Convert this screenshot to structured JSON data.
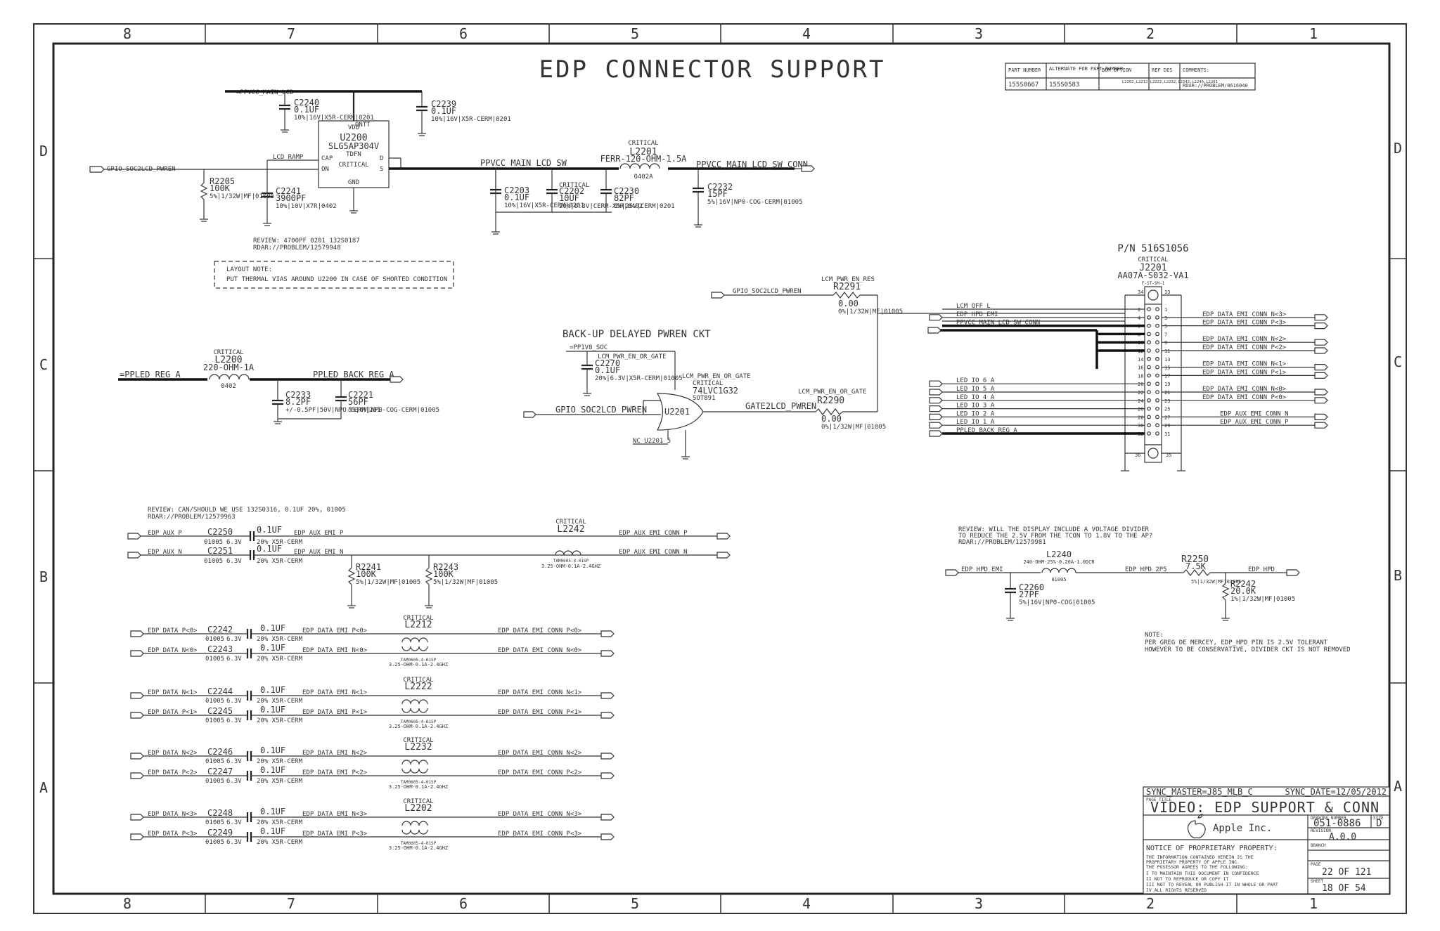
{
  "title": "EDP CONNECTOR SUPPORT",
  "zone_columns": [
    "8",
    "7",
    "6",
    "5",
    "4",
    "3",
    "2",
    "1"
  ],
  "zone_rows": [
    "D",
    "C",
    "B",
    "A"
  ],
  "bom_table": {
    "headers": [
      "PART NUMBER",
      "ALTERNATE FOR PART NUMBER",
      "BOM OPTION",
      "REF DES",
      "COMMENTS:"
    ],
    "row": [
      "155S0667",
      "155S0583"
    ],
    "ref_des": "L2202,L2212,L2222,L2232,L2242,L2240,L2201",
    "comment": "RDAR://PROBLEM/8616040"
  },
  "nets": {
    "pp_main": "=PPVCC_MAIN_LCD",
    "soc_en_in": "GPIO_SOC2LCD_PWREN",
    "lcd_ramp": "LCD_RAMP",
    "main_sw": "PPVCC_MAIN_LCD_SW",
    "main_sw_conn": "PPVCC_MAIN_LCD_SW_CONN",
    "pp_led_reg": "=PPLED_REG_A",
    "led_back": "PPLED_BACK_REG_A",
    "pp1v8": "=PP1V8_SOC",
    "en_or": "LCM_PWR_EN_OR_GATE",
    "en_res": "LCM_PWR_EN_RES",
    "gate2": "GATE2LCD_PWREN",
    "nc_u2201": "NC_U2201_5",
    "lcm_off": "LCM_OFF_L",
    "hpd_emi": "EDP_HPD_EMI",
    "hpd": "EDP_HPD",
    "hpd_2p5": "EDP_HPD_2P5",
    "aux_p": "EDP_AUX_P",
    "aux_n": "EDP_AUX_N",
    "aux_emi_p": "EDP_AUX_EMI_P",
    "aux_emi_n": "EDP_AUX_EMI_N",
    "aux_conn_p": "EDP_AUX_EMI_CONN_P",
    "aux_conn_n": "EDP_AUX_EMI_CONN_N"
  },
  "components": {
    "u2200": {
      "ref": "U2200",
      "part": "SLG5AP304V",
      "pkg": "TDFN",
      "critical": "CRITICAL",
      "pins": [
        "VDD",
        "ON",
        "CAP",
        "GND",
        "ONTT",
        "D",
        "S"
      ]
    },
    "c2240": {
      "ref": "C2240",
      "val": "0.1UF",
      "spec": "10%|16V|X5R-CERM|0201"
    },
    "c2239": {
      "ref": "C2239",
      "val": "0.1UF",
      "spec": "10%|16V|X5R-CERM|0201"
    },
    "r2205": {
      "ref": "R2205",
      "val": "100K",
      "spec": "5%|1/32W|MF|01005"
    },
    "c2241": {
      "ref": "C2241",
      "val": "3900PF",
      "spec": "10%|10V|X7R|0402"
    },
    "l2201": {
      "critical": "CRITICAL",
      "ref": "L2201",
      "val": "FERR-120-OHM-1.5A",
      "pkg": "0402A"
    },
    "c2203": {
      "ref": "C2203",
      "val": "0.1UF",
      "spec": "10%|16V|X5R-CERM|0201"
    },
    "c2202": {
      "critical": "CRITICAL",
      "ref": "C2202",
      "val": "10UF",
      "spec": "20%|6.3V|CERM-X5R|0402"
    },
    "c2230": {
      "ref": "C2230",
      "val": "82PF",
      "spec": "5%|25V|CERM|0201"
    },
    "c2232": {
      "ref": "C2232",
      "val": "15PF",
      "spec": "5%|16V|NP0-COG-CERM|01005"
    },
    "l2200": {
      "critical": "CRITICAL",
      "ref": "L2200",
      "val": "220-OHM-1A",
      "pkg": "0402"
    },
    "c2233": {
      "ref": "C2233",
      "val": "8.2PF",
      "spec": "+/-0.5PF|50V|NPO-CERM|201"
    },
    "c2221": {
      "ref": "C2221",
      "val": "56PF",
      "spec": "5%|6V|NP0-COG-CERM|01005"
    },
    "c2270": {
      "ref": "C2270",
      "val": "0.1UF",
      "spec": "20%|6.3V|X5R-CERM|01005"
    },
    "u2201": {
      "ref": "U2201",
      "part": "74LVC1G32",
      "pkg": "SOT891",
      "critical": "CRITICAL"
    },
    "r2291": {
      "ref": "R2291",
      "val": "0.00",
      "spec": "0%|1/32W|MF|01005"
    },
    "r2290": {
      "ref": "R2290",
      "val": "0.00",
      "spec": "0%|1/32W|MF|01005"
    },
    "j2201": {
      "pn": "P/N 516S1056",
      "critical": "CRITICAL",
      "ref": "J2201",
      "part": "AA07A-S032-VA1",
      "sub": "F-ST-SM-1"
    },
    "l2240": {
      "ref": "L2240",
      "val": "240-OHM-25%-0.20A-1.0DCR",
      "pkg": "01005"
    },
    "r2250": {
      "ref": "R2250",
      "val": "7.5K",
      "spec": "5%|1/32W|MF|01005"
    },
    "c2260": {
      "ref": "C2260",
      "val": "27PF",
      "spec": "5%|16V|NP0-COG|01005"
    },
    "r2242": {
      "ref": "R2242",
      "val": "20.0K",
      "spec": "1%|1/32W|MF|01005"
    },
    "r2241": {
      "ref": "R2241",
      "val": "100K",
      "spec": "5%|1/32W|MF|01005"
    },
    "r2243": {
      "ref": "R2243",
      "val": "100K",
      "spec": "5%|1/32W|MF|01005"
    }
  },
  "notes": {
    "review1": [
      "REVIEW: 4700PF 0201 132S0187",
      "RDAR://PROBLEM/12579948"
    ],
    "layout": [
      "LAYOUT NOTE:",
      "PUT THERMAL VIAS AROUND U2200 IN CASE OF SHORTED CONDITION"
    ],
    "backup_title": "BACK-UP DELAYED PWREN CKT",
    "review2": [
      "REVIEW: CAN/SHOULD WE USE 132S0316, 0.1UF 20%, 01005",
      "RDAR://PROBLEM/12579963"
    ],
    "review3": [
      "REVIEW: WILL THE DISPLAY INCLUDE A VOLTAGE DIVIDER",
      "TO REDUCE THE 2.5V FROM THE TCON TO 1.8V TO THE AP?",
      "RDAR://PROBLEM/12579981"
    ],
    "note": [
      "NOTE:",
      "PER GREG DE MERCEY, EDP_HPD PIN IS 2.5V TOLERANT",
      "HOWEVER TO BE CONSERVATIVE, DIVIDER CKT IS NOT REMOVED"
    ]
  },
  "connector_left": [
    {
      "pin": "2",
      "net": "LCM_OFF_L"
    },
    {
      "pin": "4",
      "net": "EDP_HPD_EMI"
    },
    {
      "pin": "6",
      "net": "PPVCC_MAIN_LCD_SW_CONN"
    },
    {
      "pin": "20",
      "net": "LED_IO_6_A"
    },
    {
      "pin": "22",
      "net": "LED_IO_5_A"
    },
    {
      "pin": "24",
      "net": "LED_IO_4_A"
    },
    {
      "pin": "26",
      "net": "LED_IO_3_A"
    },
    {
      "pin": "28",
      "net": "LED_IO_2_A"
    },
    {
      "pin": "30",
      "net": "LED_IO_1_A"
    },
    {
      "pin": "32",
      "net": "PPLED_BACK_REG_A"
    }
  ],
  "connector_right": [
    {
      "pin": "3",
      "net": "EDP_DATA_EMI_CONN_N<3>"
    },
    {
      "pin": "5",
      "net": "EDP_DATA_EMI_CONN_P<3>"
    },
    {
      "pin": "9",
      "net": "EDP_DATA_EMI_CONN_N<2>"
    },
    {
      "pin": "11",
      "net": "EDP_DATA_EMI_CONN_P<2>"
    },
    {
      "pin": "15",
      "net": "EDP_DATA_EMI_CONN_N<1>"
    },
    {
      "pin": "17",
      "net": "EDP_DATA_EMI_CONN_P<1>"
    },
    {
      "pin": "21",
      "net": "EDP_DATA_EMI_CONN_N<0>"
    },
    {
      "pin": "23",
      "net": "EDP_DATA_EMI_CONN_P<0>"
    },
    {
      "pin": "27",
      "net": "EDP_AUX_EMI_CONN_N"
    },
    {
      "pin": "29",
      "net": "EDP_AUX_EMI_CONN_P"
    }
  ],
  "connector_pin_cols": {
    "left": [
      "2",
      "4",
      "6",
      "8",
      "10",
      "12",
      "14",
      "16",
      "18",
      "20",
      "22",
      "24",
      "26",
      "28",
      "30",
      "32"
    ],
    "right": [
      "1",
      "3",
      "5",
      "7",
      "9",
      "11",
      "13",
      "15",
      "17",
      "19",
      "21",
      "23",
      "25",
      "27",
      "29",
      "31"
    ],
    "top": [
      "34",
      "33"
    ],
    "bottom": [
      "36",
      "35"
    ]
  },
  "aux_caps": [
    {
      "ref": "C2250",
      "val": "0.1UF",
      "pkg": "01005",
      "volt": "6.3V",
      "spec": "20% X5R-CERM"
    },
    {
      "ref": "C2251",
      "val": "0.1UF",
      "pkg": "01005",
      "volt": "6.3V",
      "spec": "20% X5R-CERM"
    }
  ],
  "aux_choke": {
    "critical": "CRITICAL",
    "ref": "L2242",
    "part": "TAM0605-4-01SP",
    "spec": "3.25-OHM-0.1A-2.4GHZ"
  },
  "data_lanes": [
    {
      "choke": "L2212",
      "rows": [
        {
          "in": "EDP_DATA_P<0>",
          "ref": "C2242",
          "emi": "EDP_DATA_EMI_P<0>",
          "out": "EDP_DATA_EMI_CONN_P<0>"
        },
        {
          "in": "EDP_DATA_N<0>",
          "ref": "C2243",
          "emi": "EDP_DATA_EMI_N<0>",
          "out": "EDP_DATA_EMI_CONN_N<0>"
        }
      ]
    },
    {
      "choke": "L2222",
      "rows": [
        {
          "in": "EDP_DATA_N<1>",
          "ref": "C2244",
          "emi": "EDP_DATA_EMI_N<1>",
          "out": "EDP_DATA_EMI_CONN_N<1>"
        },
        {
          "in": "EDP_DATA_P<1>",
          "ref": "C2245",
          "emi": "EDP_DATA_EMI_P<1>",
          "out": "EDP_DATA_EMI_CONN_P<1>"
        }
      ]
    },
    {
      "choke": "L2232",
      "rows": [
        {
          "in": "EDP_DATA_N<2>",
          "ref": "C2246",
          "emi": "EDP_DATA_EMI_N<2>",
          "out": "EDP_DATA_EMI_CONN_N<2>"
        },
        {
          "in": "EDP_DATA_P<2>",
          "ref": "C2247",
          "emi": "EDP_DATA_EMI_P<2>",
          "out": "EDP_DATA_EMI_CONN_P<2>"
        }
      ]
    },
    {
      "choke": "L2202",
      "rows": [
        {
          "in": "EDP_DATA_N<3>",
          "ref": "C2248",
          "emi": "EDP_DATA_EMI_N<3>",
          "out": "EDP_DATA_EMI_CONN_N<3>"
        },
        {
          "in": "EDP_DATA_P<3>",
          "ref": "C2249",
          "emi": "EDP_DATA_EMI_P<3>",
          "out": "EDP_DATA_EMI_CONN_P<3>"
        }
      ]
    }
  ],
  "lane_cap": {
    "val": "0.1UF",
    "pkg": "01005",
    "volt": "6.3V",
    "spec": "20% X5R-CERM"
  },
  "lane_choke": {
    "critical": "CRITICAL",
    "part": "TAM0605-4-01SP",
    "spec": "3.25-OHM-0.1A-2.4GHZ"
  },
  "title_block": {
    "sync_master": "SYNC_MASTER=J85_MLB_C",
    "sync_date": "SYNC_DATE=12/05/2012",
    "page_title_label": "PAGE TITLE",
    "page_title": "VIDEO: EDP SUPPORT & CONN",
    "company": "Apple Inc.",
    "drawing_label": "DRAWING NUMBER",
    "drawing_number": "051-0886",
    "size_label": "SIZE",
    "size": "D",
    "revision_label": "REVISION",
    "revision": "A.0.0",
    "branch_label": "BRANCH",
    "page_label": "PAGE",
    "page": "22 OF 121",
    "sheet_label": "SHEET",
    "sheet": "18 OF 54",
    "notice_title": "NOTICE OF PROPRIETARY PROPERTY:",
    "notice_lines": [
      "THE INFORMATION CONTAINED HEREIN IS THE",
      "PROPRIETARY PROPERTY OF APPLE INC.",
      "THE POSESSOR AGREES TO THE FOLLOWING:",
      "I TO MAINTAIN THIS DOCUMENT IN CONFIDENCE",
      "II NOT TO REPRODUCE OR COPY IT",
      "III NOT TO REVEAL OR PUBLISH IT IN WHOLE OR PART",
      "IV ALL RIGHTS RESERVED"
    ]
  },
  "colors": {
    "ink": "#333333",
    "paper": "#ffffff"
  }
}
